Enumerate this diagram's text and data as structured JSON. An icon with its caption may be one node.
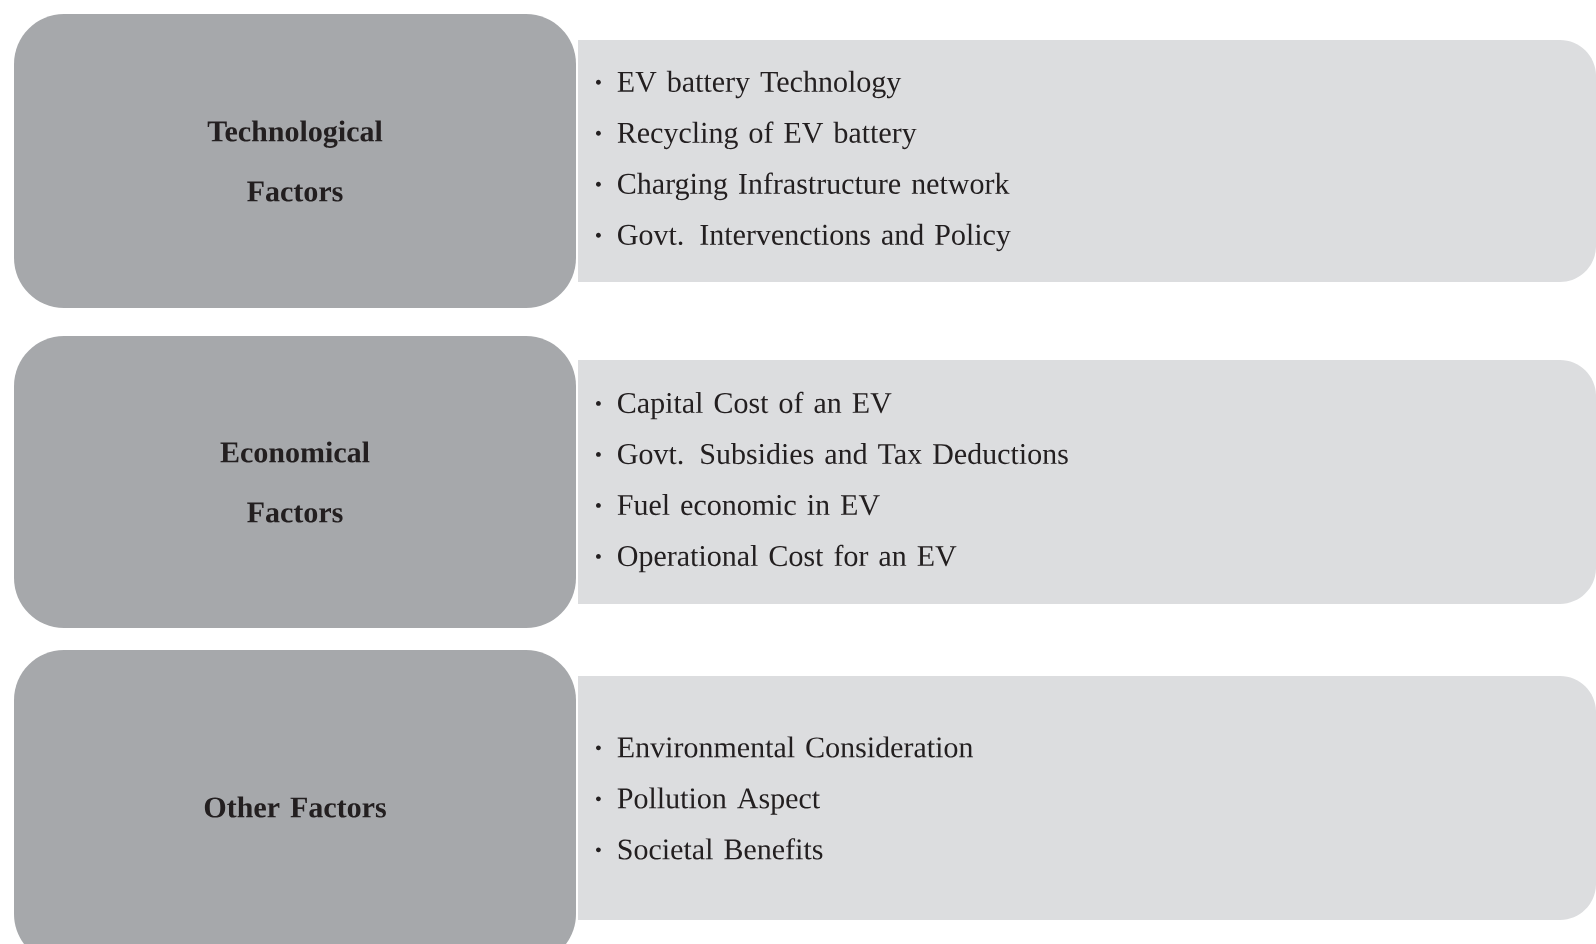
{
  "diagram": {
    "nodes": [
      {
        "text": [
          "Technological Factors"
        ]
      },
      {
        "text": [
          "EV battery Technology",
          "Recycling of EV battery",
          "Charging Infrastructure network",
          "Govt. Intervenctions and Policy"
        ]
      },
      {
        "text": [
          "Economical Factors"
        ]
      },
      {
        "text": [
          "Capital Cost of an EV",
          "Govt. Subsidies and Tax Deductions",
          "Fuel economic in EV",
          "Operational Cost for an EV"
        ]
      },
      {
        "text": [
          "Other Factors"
        ]
      },
      {
        "text": [
          "Environmental Consideration",
          "Pollution Aspect",
          "Societal Benefits"
        ]
      }
    ]
  }
}
